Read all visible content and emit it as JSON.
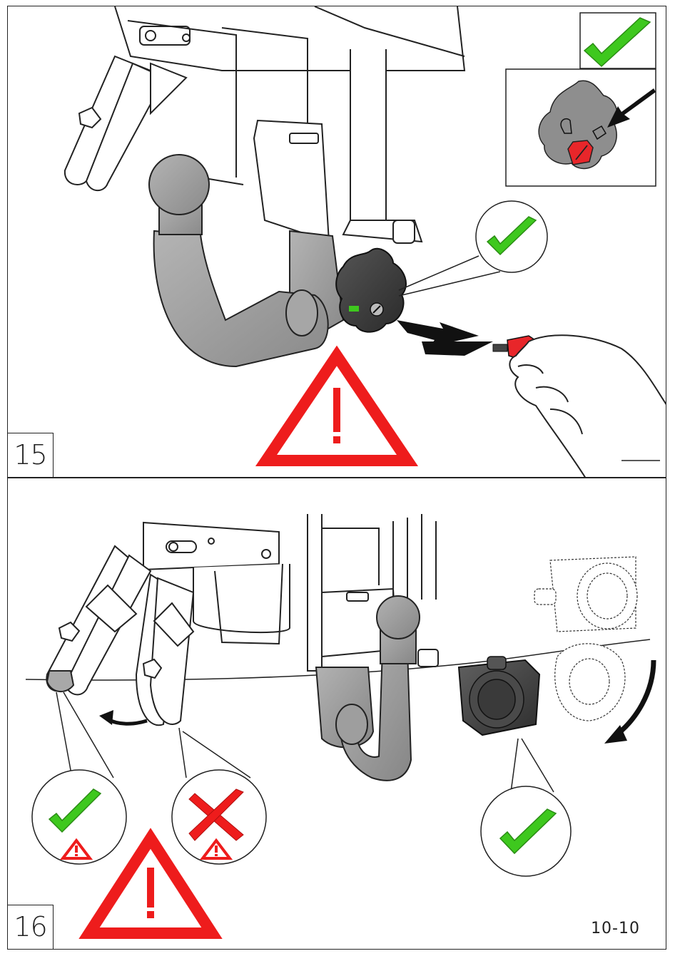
{
  "step_top": {
    "number": "15"
  },
  "step_bottom": {
    "number": "16"
  },
  "page_number": "10-10",
  "colors": {
    "check_green": "#3ec81e",
    "warning_red": "#ee1c1c",
    "metal_gray": "#9a9a9a",
    "line": "#222222"
  },
  "icons": [
    "checkmark-icon",
    "warning-triangle-icon",
    "cross-icon",
    "lock-knob-icon",
    "key-icon",
    "rotate-arrow-icon"
  ]
}
